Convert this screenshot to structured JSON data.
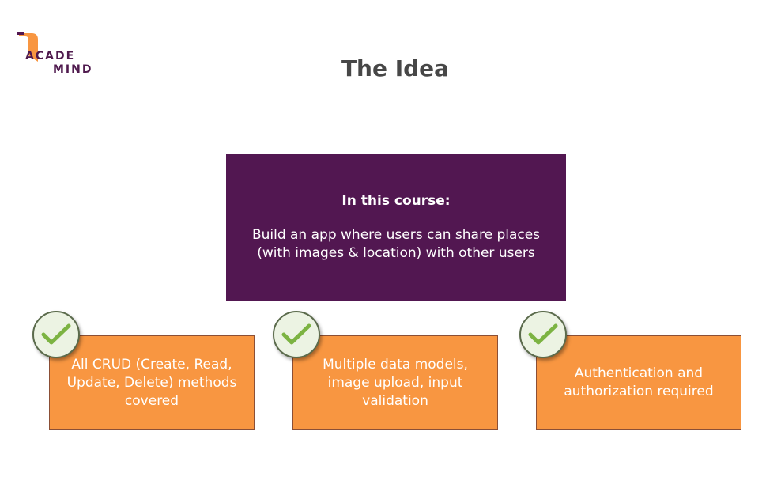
{
  "logo": {
    "line1": "ACADE",
    "line2": "MIND"
  },
  "title": "The Idea",
  "main_box": {
    "heading": "In this course:",
    "body": "Build an app where users can share places (with images & location) with other users"
  },
  "features": [
    {
      "text": "All CRUD (Create, Read, Update, Delete) methods covered",
      "icon": "check-icon"
    },
    {
      "text": "Multiple data models, image upload, input validation",
      "icon": "check-icon"
    },
    {
      "text": "Authentication and authorization required",
      "icon": "check-icon"
    }
  ],
  "colors": {
    "purple": "#521751",
    "orange": "#f89641",
    "check_green": "#7cb342",
    "title_gray": "#474747"
  }
}
